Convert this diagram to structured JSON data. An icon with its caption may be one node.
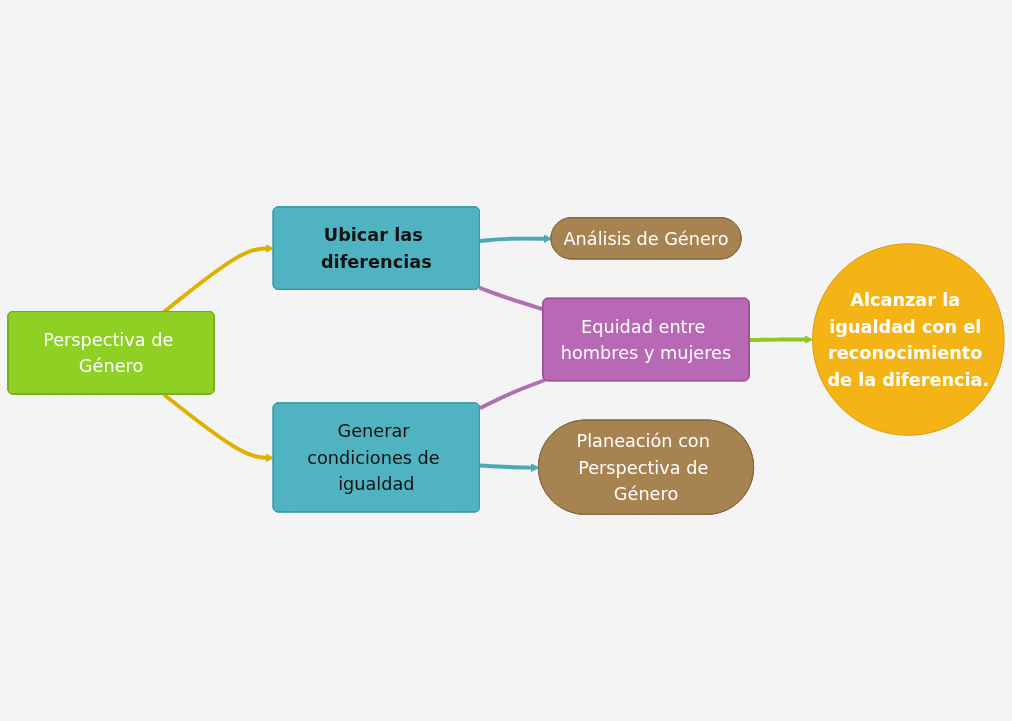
{
  "diagram": {
    "nodes": [
      {
        "text": [
          "Análisis de Género"
        ]
      },
      {
        "text": [
          "Ubicar las diferencias"
        ]
      },
      {
        "text": [
          "Perspectiva de Género"
        ]
      },
      {
        "text": [
          "Equidad entre hombres y mujeres"
        ]
      },
      {
        "text": [
          "Generar condiciones de igualdad"
        ]
      },
      {
        "text": [
          "Alcanzar la igualdad con el reconocimiento de la diferencia."
        ]
      },
      {
        "text": [
          "Planeación con Perspectiva de Género"
        ]
      }
    ],
    "edges": [
      {
        "from": 2,
        "to": 1,
        "arrow": "to",
        "color": "#e0b000"
      },
      {
        "from": 2,
        "to": 4,
        "arrow": "to",
        "color": "#e0b000"
      },
      {
        "from": 1,
        "to": 0,
        "arrow": "to",
        "color": "#4aa8b8"
      },
      {
        "from": 4,
        "to": 6,
        "arrow": "to",
        "color": "#4aa8b8"
      },
      {
        "from": 1,
        "to": 3,
        "arrow": "none",
        "color": "#b070b0"
      },
      {
        "from": 4,
        "to": 3,
        "arrow": "none",
        "color": "#b070b0"
      },
      {
        "from": 3,
        "to": 5,
        "arrow": "to",
        "color": "#8cc820"
      }
    ]
  }
}
